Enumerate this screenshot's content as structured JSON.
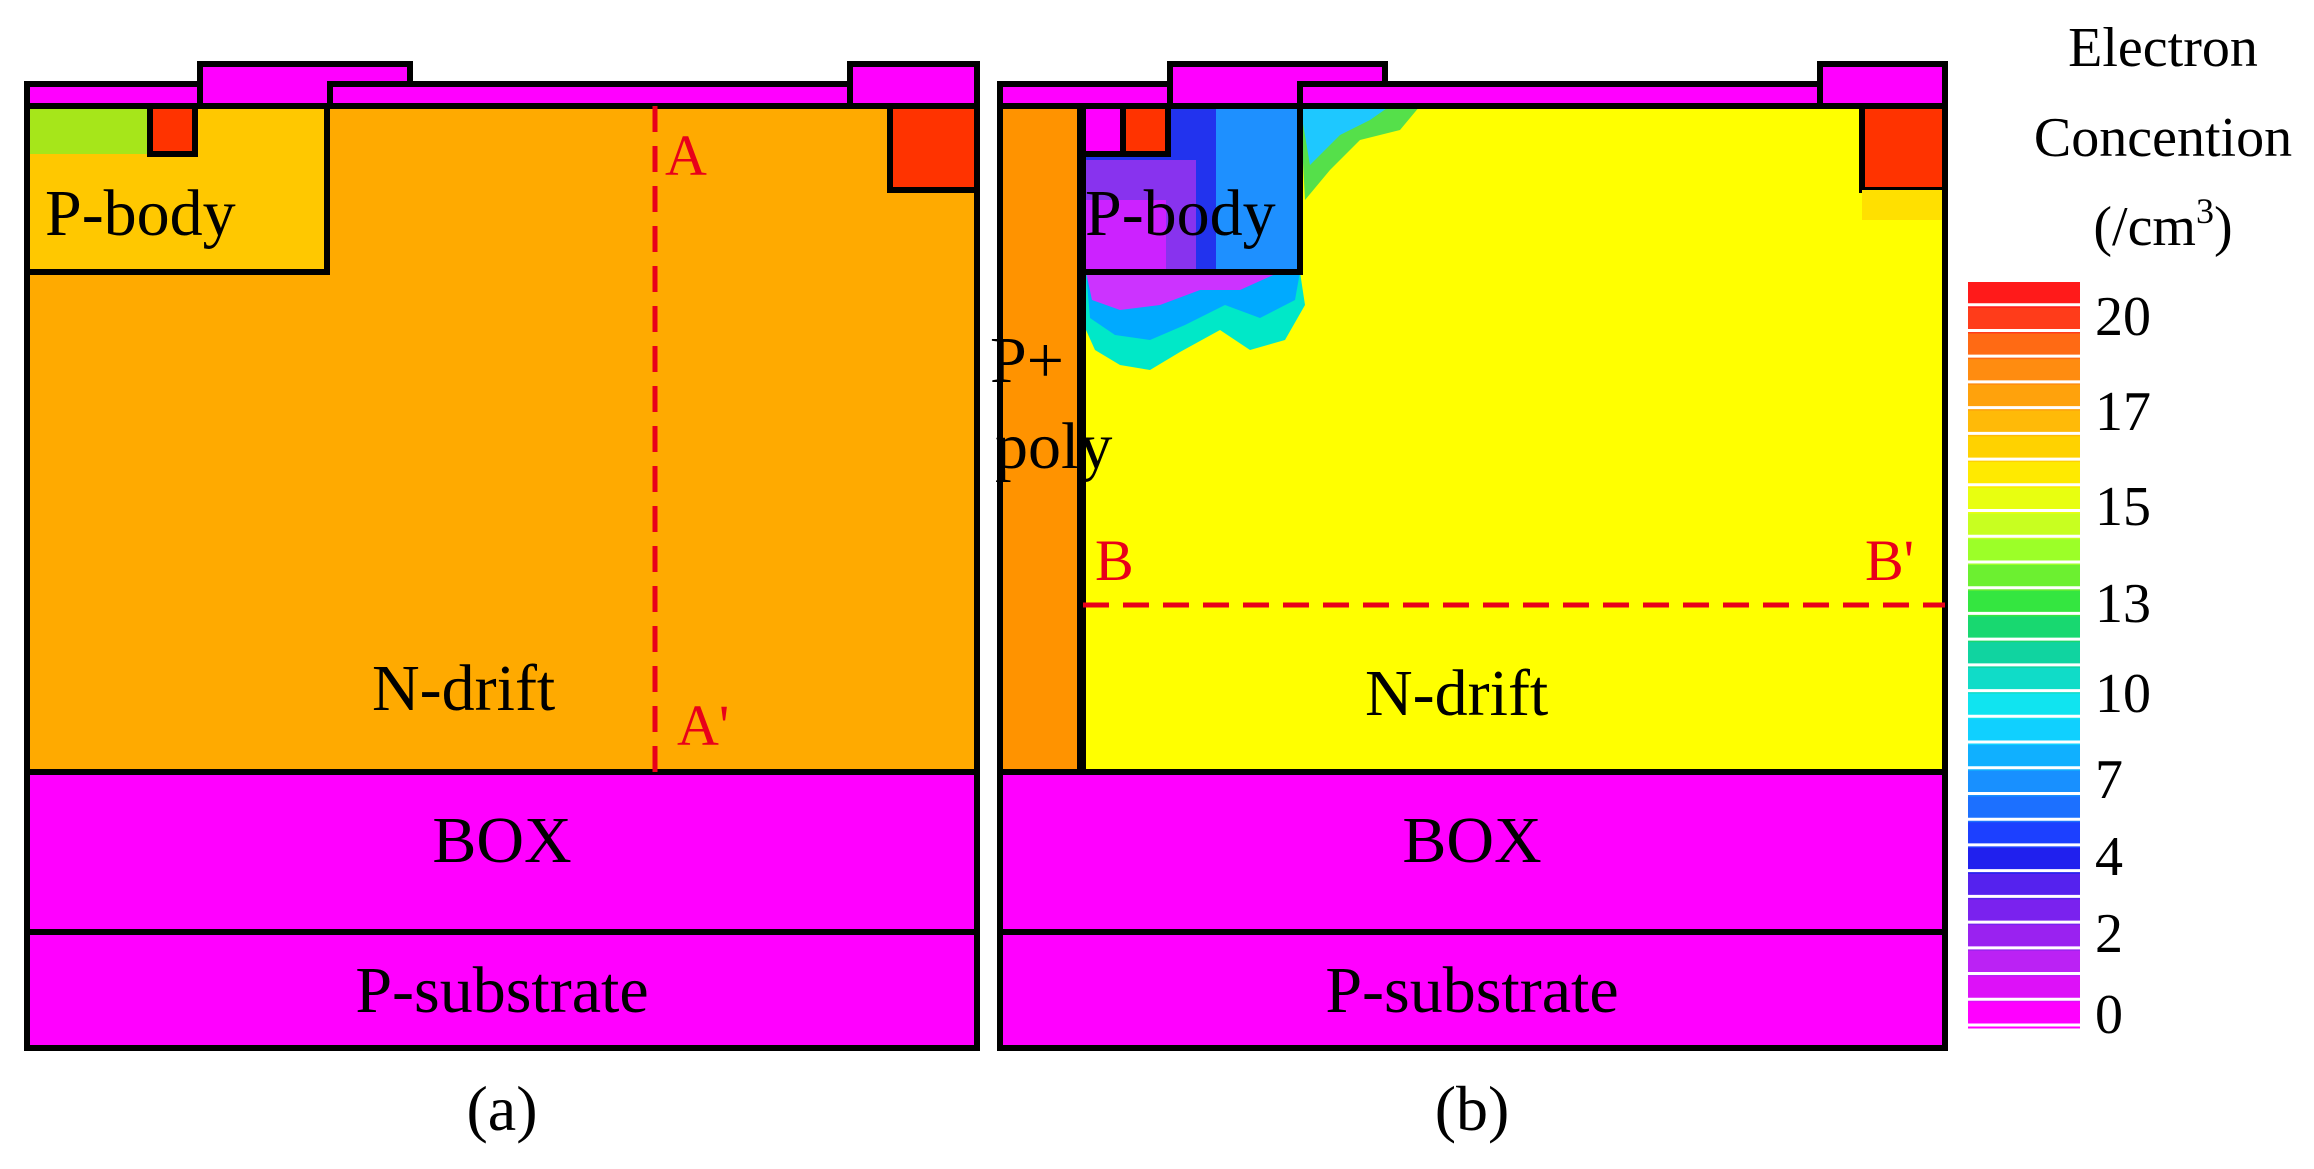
{
  "panel_a": {
    "caption": "(a)",
    "labels": {
      "p_body": "P-body",
      "n_drift": "N-drift",
      "box": "BOX",
      "p_substrate": "P-substrate"
    },
    "cutline": {
      "start": "A",
      "end": "A'"
    }
  },
  "panel_b": {
    "caption": "(b)",
    "labels": {
      "p_body": "P-body",
      "p_plus": "P+",
      "poly": "poly",
      "n_drift": "N-drift",
      "box": "BOX",
      "p_substrate": "P-substrate"
    },
    "cutline": {
      "start": "B",
      "end": "B'"
    }
  },
  "colorbar": {
    "title_lines": [
      "Electron",
      "Concention"
    ],
    "unit_prefix": "(/cm",
    "unit_exp": "3",
    "unit_suffix": ")",
    "ticks": [
      "20",
      "17",
      "15",
      "13",
      "10",
      "7",
      "4",
      "2",
      "0"
    ]
  },
  "colors": {
    "oxide": "#ff00ff",
    "n_drift_a": "#ffaa00",
    "n_drift_b": "#ffff00",
    "p_plus_poly": "#ff9300",
    "n_plus": "#ff3300",
    "p_body_a": "#ffc800",
    "cutline": "#e8001a"
  }
}
